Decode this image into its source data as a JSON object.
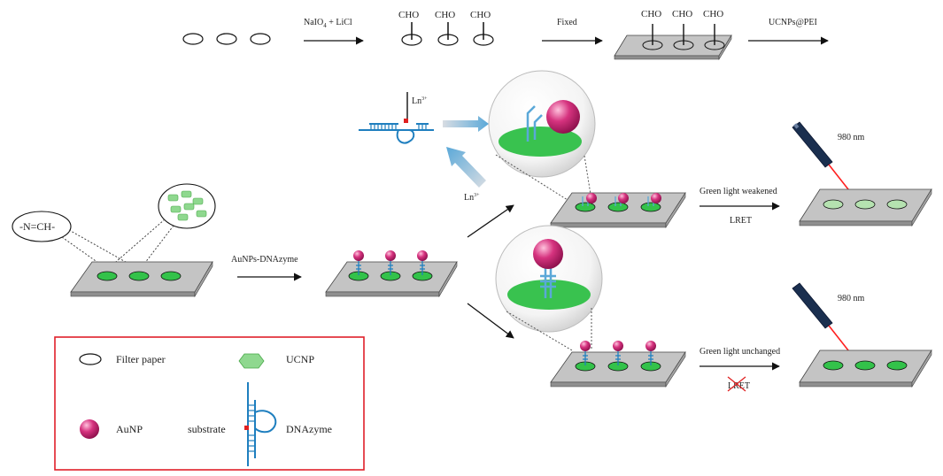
{
  "colors": {
    "plate_top": "#b9b9b9",
    "plate_side": "#8c8c8c",
    "green_spot": "#33c24a",
    "aunp": "#d6337f",
    "dna": "#1f7fbf",
    "laser_red": "#ff2020",
    "legend_border": "#e0202a"
  },
  "top_row": {
    "reagent1": "NaIO",
    "reagent1_sub": "4",
    "reagent1_tail": " + LiCl",
    "cho": "CHO",
    "fixed": "Fixed",
    "ucnps": "UCNPs@PEI"
  },
  "left": {
    "imine": "-N=CH-",
    "aunps_dnazyme": "AuNPs-DNAzyme"
  },
  "middle": {
    "ln_top": "Ln",
    "ln_top_sup": "3+",
    "ln_mid": "Ln",
    "ln_mid_sup": "3+"
  },
  "right": {
    "green_weakened": "Green light weakened",
    "lret": "LRET",
    "green_unchanged": "Green light unchanged",
    "lret_crossed": "LRET",
    "nm_top": "980 nm",
    "nm_bottom": "980 nm"
  },
  "legend": {
    "filter_paper": "Filter paper",
    "ucnp": "UCNP",
    "aunp": "AuNP",
    "substrate": "substrate",
    "dnazyme": "DNAzyme"
  }
}
